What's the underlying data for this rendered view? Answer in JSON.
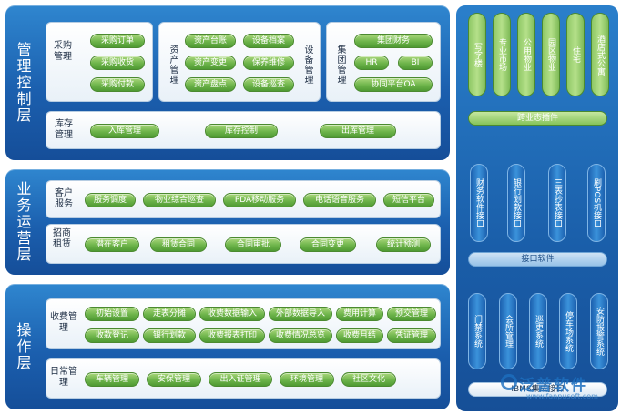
{
  "layers": {
    "management": {
      "label": "管理控制层",
      "procurement": {
        "label": "采购管理",
        "items": [
          "采购订单",
          "采购收货",
          "采购付款"
        ]
      },
      "assets": {
        "label": "资产管理",
        "items": [
          "资产台账",
          "资产变更",
          "资产盘点"
        ]
      },
      "equipment": {
        "label": "设备管理",
        "items": [
          "设备档案",
          "保养维修",
          "设备巡查"
        ]
      },
      "group": {
        "label": "集团管理",
        "items": [
          "集团财务",
          "HR",
          "BI",
          "协同平台OA"
        ]
      },
      "inventory": {
        "label": "库存管理",
        "items": [
          "入库管理",
          "库存控制",
          "出库管理"
        ]
      }
    },
    "business": {
      "label": "业务运营层",
      "customer": {
        "label": "客户服务",
        "items": [
          "服务调度",
          "物业综合巡查",
          "PDA移动服务",
          "电话语音服务",
          "短信平台"
        ]
      },
      "leasing": {
        "label": "招商租赁",
        "items": [
          "潜在客户",
          "租赁合同",
          "合同审批",
          "合同变更",
          "统计预测"
        ]
      }
    },
    "operation": {
      "label": "操作层",
      "fees": {
        "label": "收费管理",
        "items": [
          "初始设置",
          "走表分摊",
          "收费数据输入",
          "外部数据导入",
          "费用计算",
          "预交管理",
          "收款登记",
          "银行划款",
          "收费报表打印",
          "收费情况总览",
          "收费月结",
          "凭证管理"
        ]
      },
      "daily": {
        "label": "日常管理",
        "items": [
          "车辆管理",
          "安保管理",
          "出入证管理",
          "环境管理",
          "社区文化"
        ]
      }
    }
  },
  "right": {
    "industries": [
      "写字楼",
      "专业市场",
      "公用物业",
      "园区物业",
      "住宅",
      "酒店式公寓"
    ],
    "plugin_bar": "跨业态插件",
    "interfaces": [
      "财务软件接口",
      "银行划款接口",
      "三表抄表接口",
      "刷POS机接口"
    ],
    "interface_bar": "接口软件",
    "systems": [
      "门禁系统",
      "会所管理",
      "巡更系统",
      "停车场系统",
      "安防报警系统"
    ],
    "integration_bar": "IBMS集成接口"
  },
  "watermark": {
    "name": "泛普软件",
    "url": "www.fanpusoft.com"
  }
}
